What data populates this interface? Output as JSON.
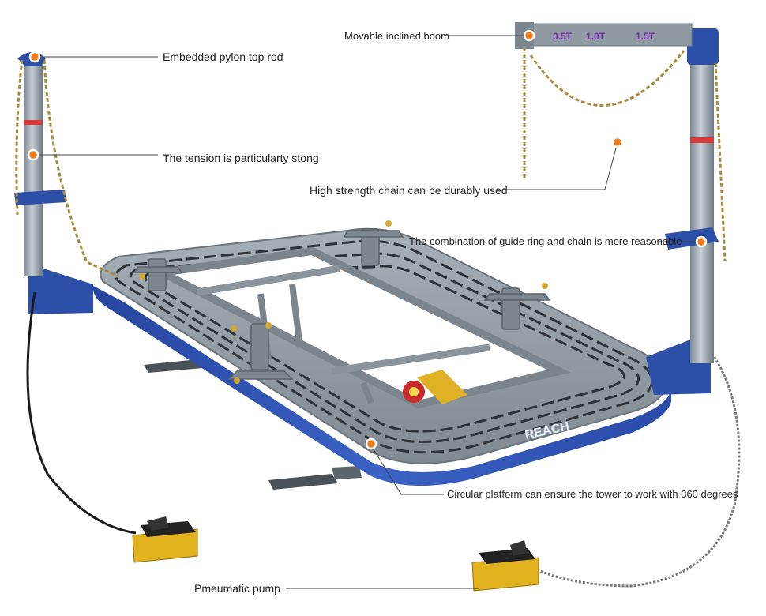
{
  "callouts": {
    "pylon_top_rod": "Embedded pylon top rod",
    "tension": "The tension is particularty stong",
    "movable_boom": "Movable inclined boom",
    "chain": "High strength chain can be durably used",
    "guide_ring": "The combination of guide ring and chain is more reasonable",
    "platform": "Circular platform can ensure the tower to work with 360 degrees",
    "pump": "Pmeumatic pump"
  },
  "boom_marks": [
    "0.5T",
    "1.0T",
    "1.5T"
  ],
  "brand": "REACH",
  "colors": {
    "frame_gray": "#8f9aa3",
    "tower_blue": "#2c4fa8",
    "marker_orange": "#f07d1a",
    "pump_yellow": "#e2b21e",
    "red_band": "#d83a3a"
  }
}
